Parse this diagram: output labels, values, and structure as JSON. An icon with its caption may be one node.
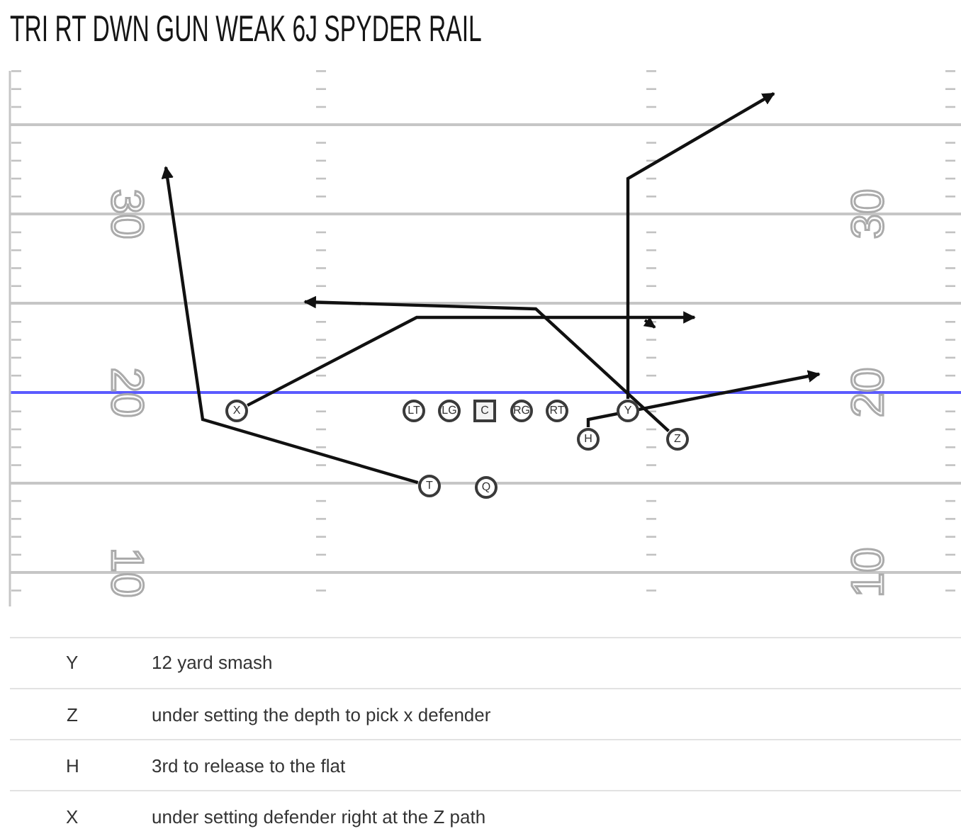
{
  "diagram": {
    "title": "TRI RT DWN GUN WEAK 6J SPYDER RAIL",
    "nodes": [
      {
        "text": [
          "X"
        ]
      },
      {
        "text": [
          "LT"
        ]
      },
      {
        "text": [
          "LG"
        ]
      },
      {
        "text": [
          "C"
        ]
      },
      {
        "text": [
          "RG"
        ]
      },
      {
        "text": [
          "RT"
        ]
      },
      {
        "text": [
          "Y"
        ]
      },
      {
        "text": [
          "H"
        ]
      },
      {
        "text": [
          "Z"
        ]
      },
      {
        "text": [
          "T"
        ]
      },
      {
        "text": [
          "Q"
        ]
      }
    ],
    "edges": [
      {
        "from": 0,
        "to": null,
        "arrow": "to"
      },
      {
        "from": 6,
        "to": null,
        "arrow": "to"
      },
      {
        "from": 7,
        "to": null,
        "arrow": "to"
      },
      {
        "from": 8,
        "to": null,
        "arrow": "to"
      },
      {
        "from": 9,
        "to": null,
        "arrow": "to"
      }
    ],
    "labels": [
      "30",
      "30",
      "20",
      "20",
      "10",
      "10",
      "Y",
      "12 yard smash",
      "Z",
      "under setting the depth to pick x defender",
      "H",
      "3rd to release to the flat",
      "X",
      "under setting defender right at the Z path"
    ]
  }
}
